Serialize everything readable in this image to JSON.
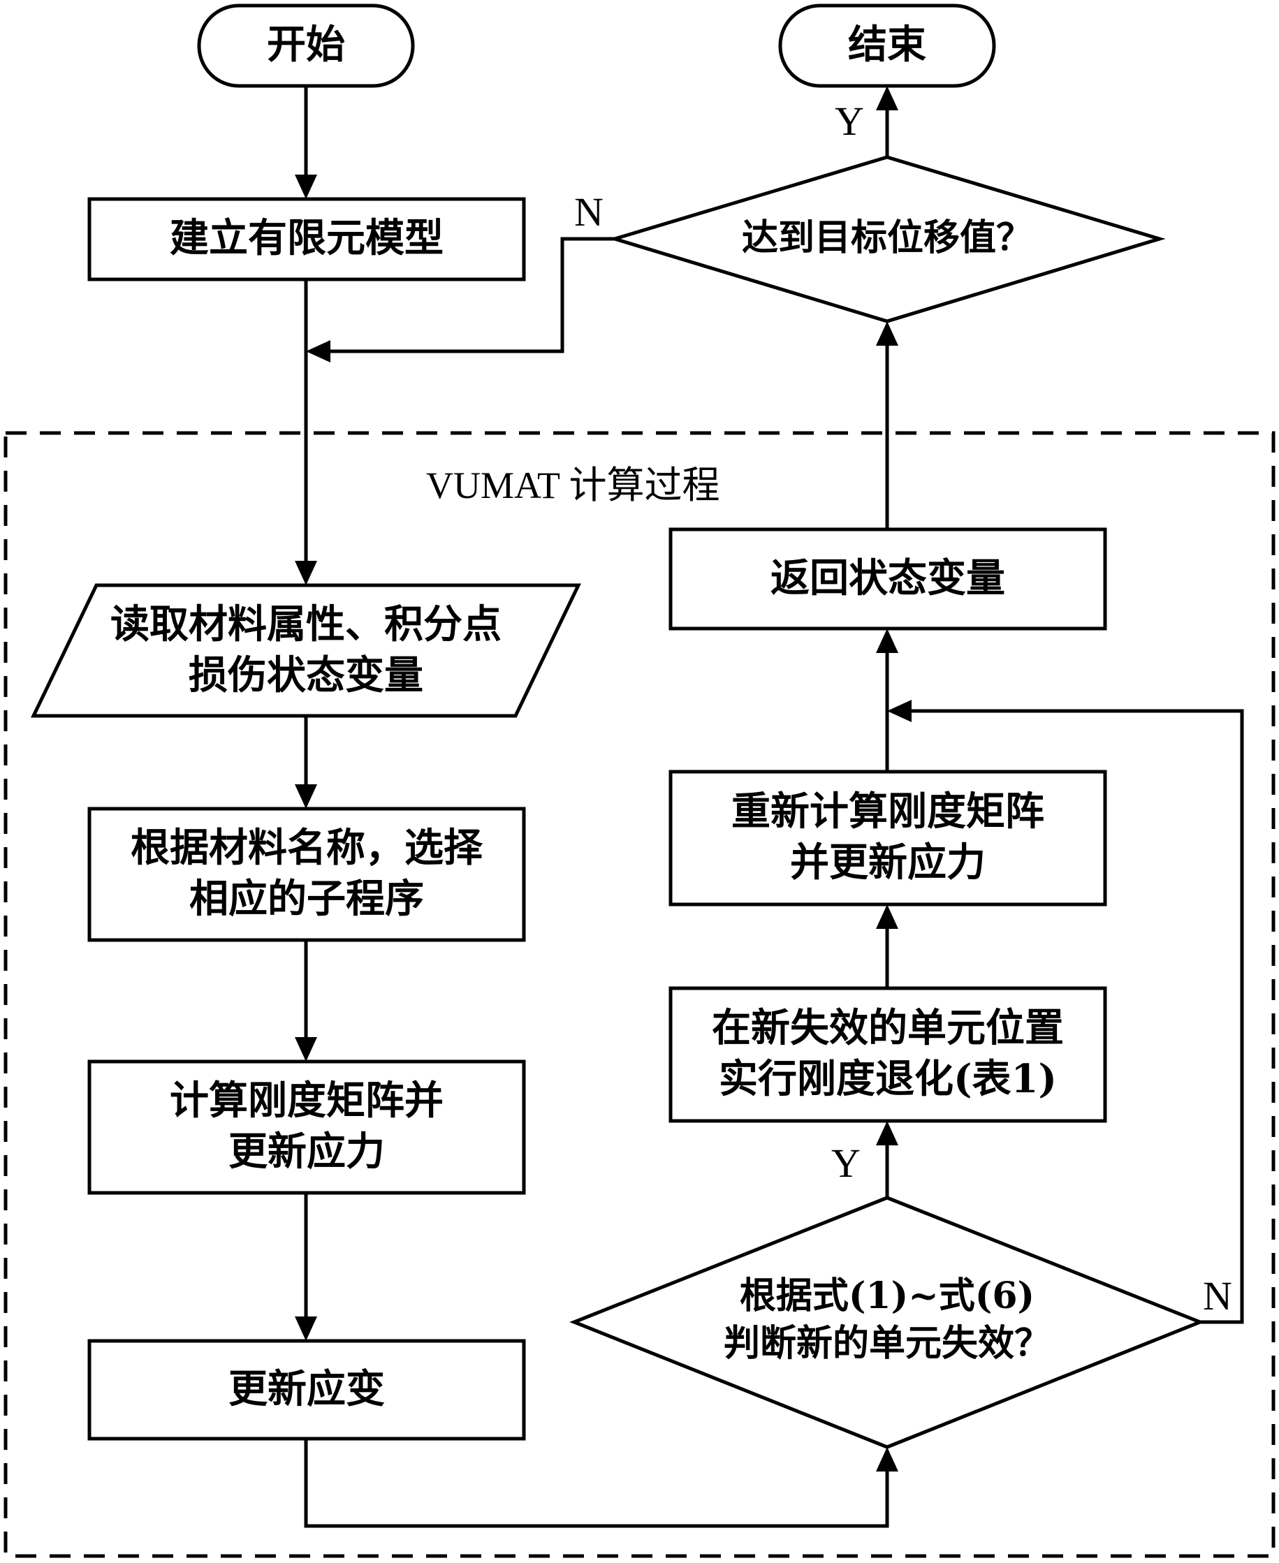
{
  "flowchart": {
    "start": "开始",
    "end": "结束",
    "build_model": "建立有限元模型",
    "target_check": "达到目标位移值？",
    "group_title": "VUMAT 计算过程",
    "read_props": [
      "读取材料属性、积分点",
      "损伤状态变量"
    ],
    "select_sub": [
      "根据材料名称，选择",
      "相应的子程序"
    ],
    "calc_stiff": [
      "计算刚度矩阵并",
      "更新应力"
    ],
    "update_strain": "更新应变",
    "return_state": "返回状态变量",
    "recalc_stiff": [
      "重新计算刚度矩阵",
      "并更新应力"
    ],
    "degrade": [
      "在新失效的单元位置",
      "实行刚度退化(表1)"
    ],
    "failure_check": [
      "根据式(1)~式(6)",
      "判断新的单元失效？"
    ],
    "yes_label": "Y",
    "no_label": "N"
  }
}
